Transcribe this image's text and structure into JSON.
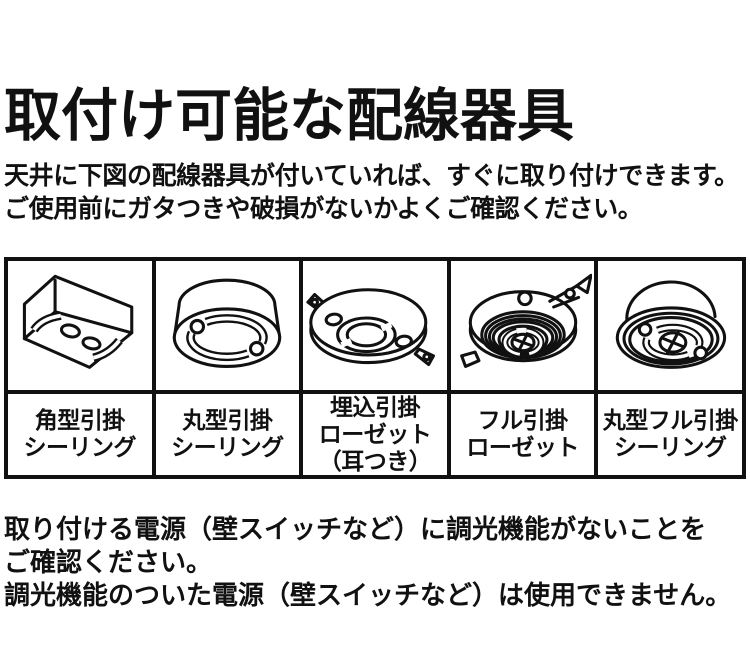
{
  "page": {
    "title": "取付け可能な配線器具",
    "intro_line1": "天井に下図の配線器具が付いていれば、すぐに取り付けできます。",
    "intro_line2": "ご使用前にガタつきや破損がないかよくご確認ください。",
    "note_line1": "取り付ける電源（壁スイッチなど）に調光機能がないことを",
    "note_line2": "ご確認ください。",
    "note_line3": "調光機能のついた電源（壁スイッチなど）は使用できません。"
  },
  "fixtures_table": {
    "items": [
      {
        "icon": "square-hikikake-ceiling-illustration",
        "label_line1": "角型引掛",
        "label_line2": "シーリング"
      },
      {
        "icon": "round-hikikake-ceiling-illustration",
        "label_line1": "丸型引掛",
        "label_line2": "シーリング"
      },
      {
        "icon": "embedded-hikikake-rosette-illustration",
        "label_line1": "埋込引掛",
        "label_line2": "ローゼット",
        "label_line3": "（耳つき）"
      },
      {
        "icon": "full-hikikake-rosette-illustration",
        "label_line1": "フル引掛",
        "label_line2": "ローゼット"
      },
      {
        "icon": "round-full-hikikake-ceiling-illustration",
        "label_line1": "丸型フル引掛",
        "label_line2": "シーリング"
      }
    ]
  },
  "colors": {
    "text": "#111111",
    "background": "#ffffff",
    "table_border": "#111111",
    "line_art": "#111111"
  }
}
